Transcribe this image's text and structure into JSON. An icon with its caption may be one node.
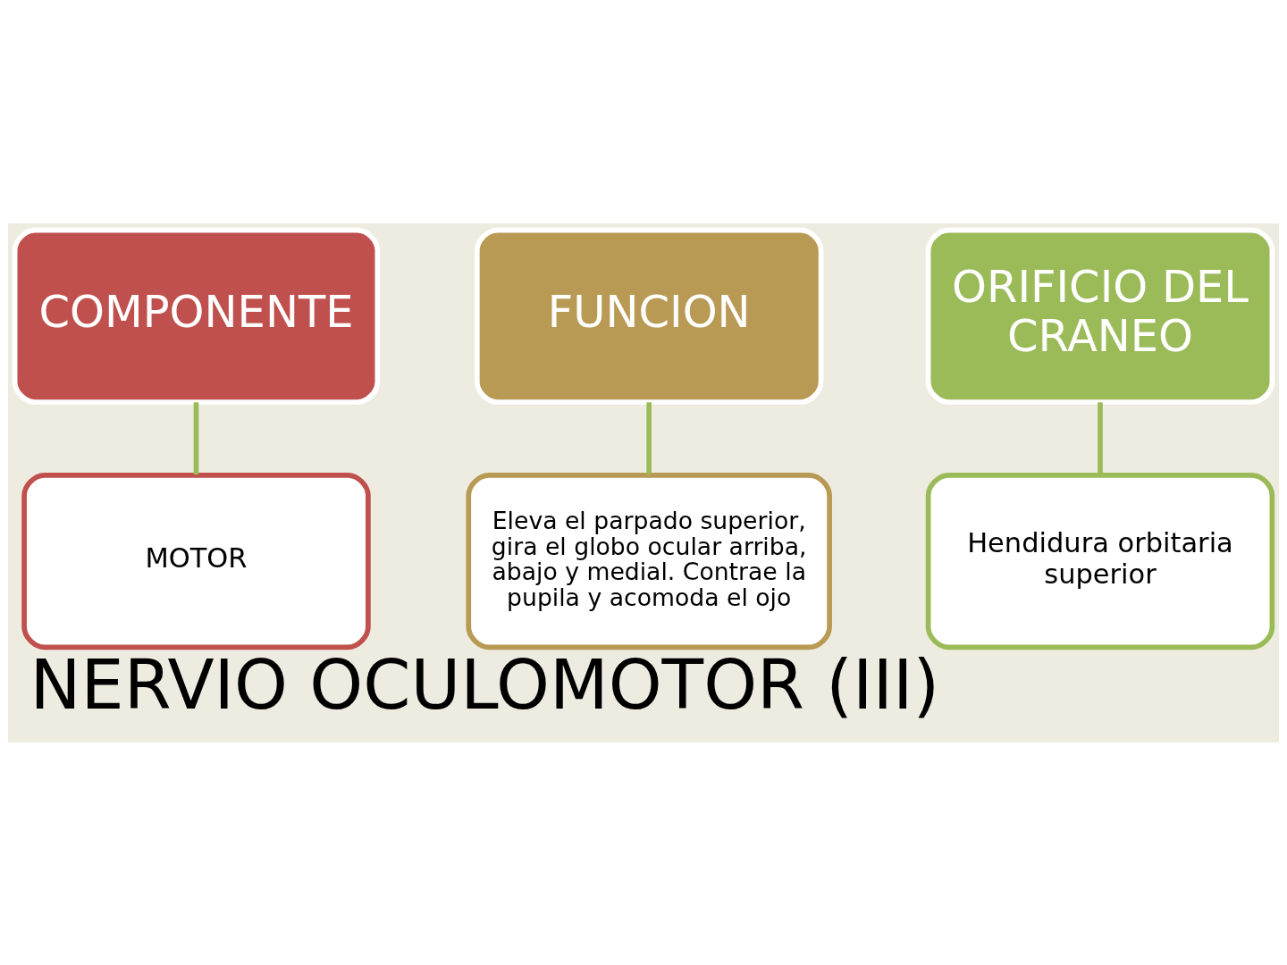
{
  "diagram": {
    "title": "NERVIO OCULOMOTOR (III)",
    "nodes": [
      {
        "text": [
          "COMPONENTE"
        ]
      },
      {
        "text": [
          "FUNCION"
        ]
      },
      {
        "text": [
          "ORIFICIO DEL CRANEO"
        ]
      },
      {
        "text": [
          "MOTOR"
        ]
      },
      {
        "text": [
          "Eleva el parpado superior, gira el globo ocular arriba, abajo y medial. Contrae la pupila y acomoda el ojo"
        ]
      },
      {
        "text": [
          "Hendidura orbitaria superior"
        ]
      }
    ],
    "edges": [
      {
        "from": 0,
        "to": 3,
        "arrow": "none"
      },
      {
        "from": 1,
        "to": 4,
        "arrow": "none"
      },
      {
        "from": 2,
        "to": 5,
        "arrow": "none"
      }
    ]
  }
}
